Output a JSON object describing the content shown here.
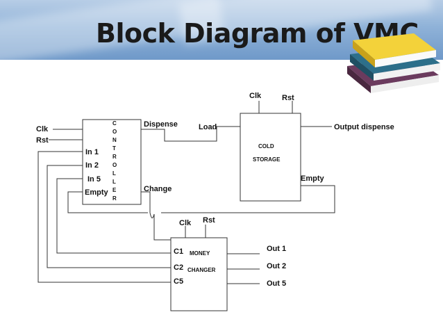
{
  "title": "Block Diagram of VMC",
  "controller": {
    "name_letters": [
      "C",
      "O",
      "N",
      "T",
      "R",
      "O",
      "L",
      "L",
      "E",
      "R"
    ],
    "clk": "Clk",
    "rst": "Rst",
    "in1": "In 1",
    "in2": "In 2",
    "in5": "In 5",
    "empty": "Empty",
    "dispense": "Dispense",
    "change": "Change"
  },
  "cold_storage": {
    "line1": "COLD",
    "line2": "STORAGE",
    "clk": "Clk",
    "rst": "Rst",
    "load": "Load",
    "output": "Output dispense",
    "empty": "Empty"
  },
  "money_changer": {
    "line1": "MONEY",
    "line2": "CHANGER",
    "clk": "Clk",
    "rst": "Rst",
    "c1": "C1",
    "c2": "C2",
    "c5": "C5",
    "out1": "Out 1",
    "out2": "Out 2",
    "out5": "Out 5"
  },
  "colors": {
    "banner": "#8fb2d8",
    "line": "#333333"
  }
}
